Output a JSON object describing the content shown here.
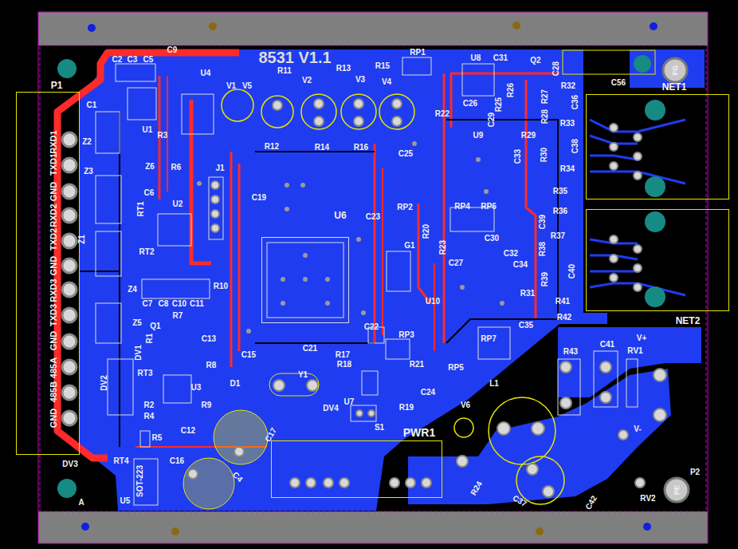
{
  "diagram": {
    "nodes": [
      {
        "text": [
          "P1"
        ]
      },
      {
        "text": [
          "NET1"
        ]
      },
      {
        "text": [
          "NET2"
        ]
      },
      {
        "text": [
          "PWR1"
        ]
      },
      {
        "text": [
          "U6"
        ]
      }
    ],
    "labels": [
      "8531 V1.1",
      "C2",
      "C3",
      "C5",
      "C9",
      "U4",
      "V1",
      "V5",
      "R11",
      "V2",
      "R13",
      "V3",
      "V4",
      "R15",
      "RP1",
      "U8",
      "C31",
      "Q2",
      "C28",
      "C56",
      "C1",
      "U1",
      "R3",
      "Z2",
      "Z3",
      "Z6",
      "R6",
      "J1",
      "R12",
      "R14",
      "R16",
      "R22",
      "C26",
      "R25",
      "R26",
      "C29",
      "R27",
      "R28",
      "R32",
      "C36",
      "R33",
      "C38",
      "R34",
      "R35",
      "R36",
      "C25",
      "U9",
      "R29",
      "R30",
      "C33",
      "C6",
      "C19",
      "C23",
      "RP2",
      "RP4",
      "RP6",
      "C39",
      "R37",
      "R38",
      "C30",
      "C32",
      "C34",
      "R20",
      "R23",
      "C27",
      "G1",
      "RT1",
      "Z1",
      "U2",
      "RT2",
      "R10",
      "Z4",
      "C7",
      "C8",
      "C10",
      "C11",
      "R7",
      "Z5",
      "Q1",
      "R1",
      "DV1",
      "C13",
      "U10",
      "R31",
      "R39",
      "C40",
      "R41",
      "R42",
      "C35",
      "C22",
      "RP3",
      "RP7",
      "C15",
      "C21",
      "R17",
      "R18",
      "R21",
      "RP5",
      "C24",
      "R19",
      "RT3",
      "R8",
      "U3",
      "D1",
      "Y1",
      "DV4",
      "U7",
      "S1",
      "DV2",
      "R2",
      "R4",
      "R9",
      "C12",
      "C17",
      "R5",
      "C16",
      "C4",
      "DV3",
      "RT4",
      "U5",
      "SOT-223",
      "L1",
      "V6",
      "C37",
      "R24",
      "C42",
      "R43",
      "C41",
      "RV1",
      "V+",
      "V-",
      "RV2",
      "P2",
      "FG",
      "PE",
      "A",
      "RXD1",
      "TXD1",
      "GND",
      "RXD2",
      "TXD2",
      "GND",
      "RXD3",
      "TXD3",
      "GND",
      "485A",
      "485B",
      "GND"
    ]
  }
}
